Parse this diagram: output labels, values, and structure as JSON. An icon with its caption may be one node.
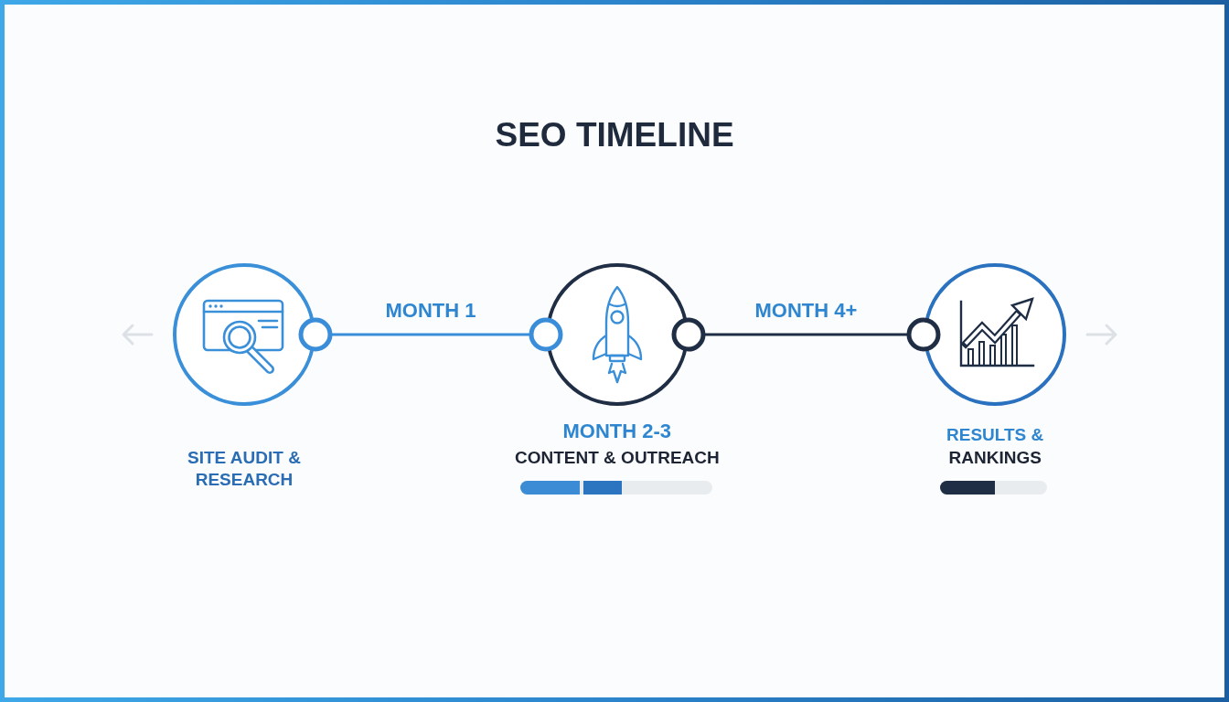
{
  "diagram": {
    "title": "SEO TIMELINE",
    "nodes": [
      {
        "text": [],
        "shape": "circle",
        "beside": [
          "SITE AUDIT & RESEARCH"
        ]
      },
      {
        "text": [],
        "shape": "circle",
        "beside": [
          "MONTH 2-3",
          "CONTENT & OUTREACH"
        ]
      },
      {
        "text": [],
        "shape": "circle",
        "beside": [
          "RESULTS &",
          "RANKINGS"
        ]
      }
    ],
    "edges": [
      {
        "from": 0,
        "to": 1,
        "arrow": "other",
        "label": "MONTH 1",
        "color": "#3a8dd8"
      },
      {
        "from": 1,
        "to": 2,
        "arrow": "other",
        "label": "MONTH 4+",
        "color": "#1f2e45"
      }
    ]
  }
}
